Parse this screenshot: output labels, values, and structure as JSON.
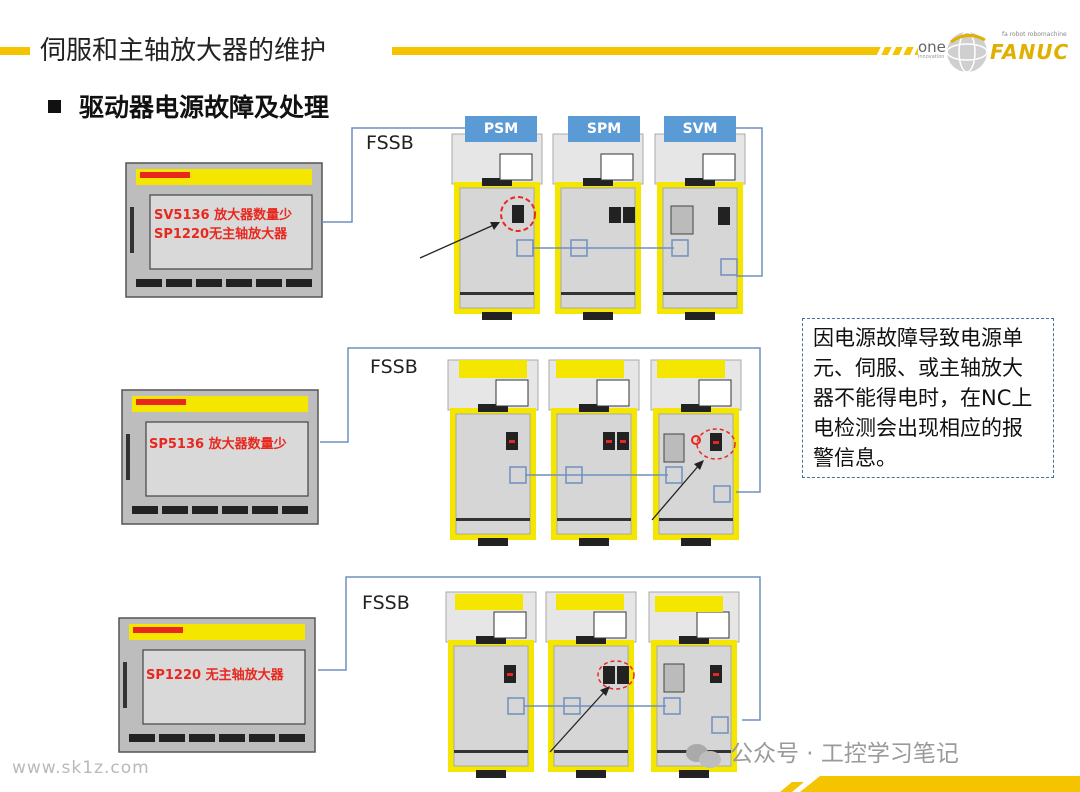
{
  "header": {
    "title": "伺服和主轴放大器的维护",
    "logo_one": "one",
    "logo_brand": "FANUC",
    "logo_tagline": "fa robot robomachine",
    "logo_small": "innovation"
  },
  "subtitle": "驱动器电源故障及处理",
  "diagrams": [
    {
      "fssb_label": "FSSB",
      "module_labels": [
        "PSM",
        "SPM",
        "SVM"
      ],
      "screen_lines": [
        "SV5136 放大器数量少",
        "SP1220无主轴放大器"
      ]
    },
    {
      "fssb_label": "FSSB",
      "screen_lines": [
        "SP5136 放大器数量少"
      ]
    },
    {
      "fssb_label": "FSSB",
      "screen_lines": [
        "SP1220 无主轴放大器"
      ]
    }
  ],
  "note_text": "因电源故障导致电源单元、伺服、或主轴放大器不能得电时，在NC上电检测会出现相应的报警信息。",
  "watermark_left": "www.sk1z.com",
  "watermark_right": "公众号 · 工控学习笔记",
  "colors": {
    "accent_yellow": "#f5c400",
    "label_blue": "#5b9bd5",
    "alarm_red": "#e8281e",
    "line_blue": "#6f8fbf"
  }
}
